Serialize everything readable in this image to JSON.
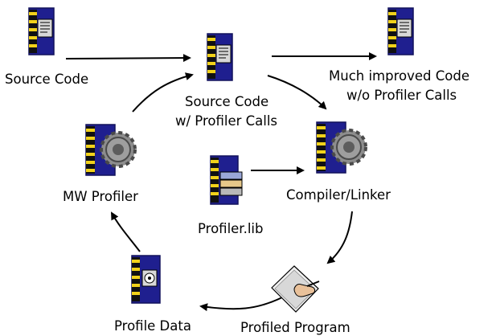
{
  "nodes": {
    "source_code": {
      "label": "Source Code",
      "icon": "document-icon"
    },
    "source_with_calls": {
      "label_lines": [
        "Source Code",
        "w/ Profiler Calls"
      ],
      "icon": "document-icon"
    },
    "improved_code": {
      "label_lines": [
        "Much improved Code",
        "w/o Profiler Calls"
      ],
      "icon": "document-icon"
    },
    "mw_profiler": {
      "label": "MW Profiler",
      "icon": "gear-book-icon"
    },
    "compiler_linker": {
      "label": "Compiler/Linker",
      "icon": "gear-book-icon"
    },
    "profiler_lib": {
      "label": "Profiler.lib",
      "icon": "library-books-icon"
    },
    "profile_data": {
      "label": "Profile Data",
      "icon": "data-file-icon"
    },
    "profiled_program": {
      "label": "Profiled Program",
      "icon": "program-hand-icon"
    }
  },
  "colors": {
    "binder": "#1f1f8f",
    "binder_dark": "#12125c",
    "stripe_yellow": "#f2d21a",
    "stripe_black": "#111111",
    "paper": "#d8d8d8",
    "gear": "#8d8d8d",
    "gear_dark": "#4a4a4a",
    "books_blue": "#9aa7d8",
    "books_tan": "#e6c88a",
    "books_gray": "#b8b8b8",
    "hand": "#e9c19a",
    "arrow": "#000000"
  }
}
